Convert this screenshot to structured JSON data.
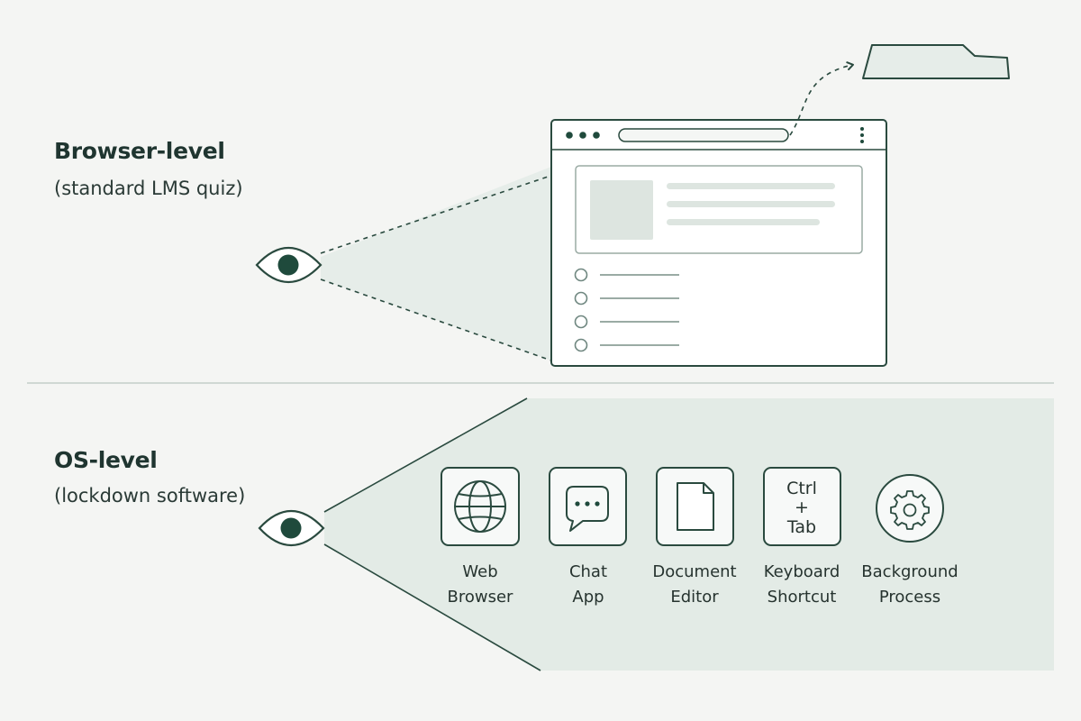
{
  "sections": {
    "browser": {
      "title": "Browser-level",
      "subtitle": "(standard LMS quiz)"
    },
    "os": {
      "title": "OS-level",
      "subtitle": "(lockdown software)"
    }
  },
  "apps": [
    {
      "id": "web-browser",
      "icon": "globe-icon",
      "line1": "Web",
      "line2": "Browser"
    },
    {
      "id": "chat-app",
      "icon": "chat-bubble-icon",
      "line1": "Chat",
      "line2": "App"
    },
    {
      "id": "document-editor",
      "icon": "document-icon",
      "line1": "Document",
      "line2": "Editor"
    },
    {
      "id": "keyboard-shortcut",
      "icon": "keyboard-shortcut-icon",
      "line1": "Keyboard",
      "line2": "Shortcut",
      "keys": [
        "Ctrl",
        "+",
        "Tab"
      ]
    },
    {
      "id": "background-process",
      "icon": "gear-icon",
      "line1": "Background",
      "line2": "Process"
    }
  ],
  "colors": {
    "background": "#f4f5f3",
    "stroke": "#2a4a3f",
    "fill_light": "#e6ede9",
    "fill_panel": "#e3ebe6",
    "text": "#1f3530"
  }
}
